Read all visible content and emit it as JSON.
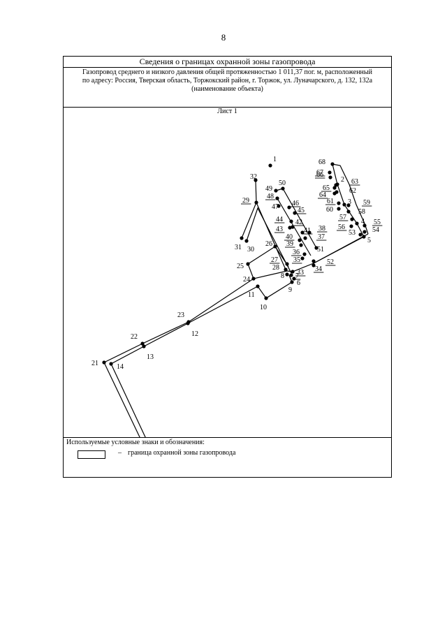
{
  "page_number": "8",
  "header": {
    "title": "Сведения о границах охранной зоны газопровода",
    "description_line1": "Газопровод среднего и низкого давления общей протяженностью 1 011,37 пог. м, расположенный",
    "description_line2": "по адресу: Россия, Тверская область, Торжокский район, г. Торжок, ул. Луначарского, д. 132, 132а",
    "description_line3": "(наименование объекта)"
  },
  "sheet_label": "Лист 1",
  "legend": {
    "title": "Используемые условные знаки и обозначения:",
    "dash": "–",
    "item_text": "граница охранной зоны газопровода"
  },
  "points": [
    {
      "label": "1"
    },
    {
      "label": "2"
    },
    {
      "label": "3"
    },
    {
      "label": "4"
    },
    {
      "label": "5"
    },
    {
      "label": "6"
    },
    {
      "label": "7"
    },
    {
      "label": "8"
    },
    {
      "label": "9"
    },
    {
      "label": "10"
    },
    {
      "label": "11"
    },
    {
      "label": "12"
    },
    {
      "label": "13"
    },
    {
      "label": "14"
    },
    {
      "label": "21"
    },
    {
      "label": "22"
    },
    {
      "label": "23"
    },
    {
      "label": "24"
    },
    {
      "label": "25"
    },
    {
      "label": "26"
    },
    {
      "label": "27"
    },
    {
      "label": "28"
    },
    {
      "label": "29"
    },
    {
      "label": "30"
    },
    {
      "label": "31"
    },
    {
      "label": "32"
    },
    {
      "label": "33"
    },
    {
      "label": "34"
    },
    {
      "label": "35"
    },
    {
      "label": "36"
    },
    {
      "label": "37"
    },
    {
      "label": "38"
    },
    {
      "label": "39"
    },
    {
      "label": "40"
    },
    {
      "label": "41"
    },
    {
      "label": "42"
    },
    {
      "label": "43"
    },
    {
      "label": "44"
    },
    {
      "label": "45"
    },
    {
      "label": "46"
    },
    {
      "label": "47"
    },
    {
      "label": "48"
    },
    {
      "label": "49"
    },
    {
      "label": "50"
    },
    {
      "label": "51"
    },
    {
      "label": "52"
    },
    {
      "label": "53"
    },
    {
      "label": "54"
    },
    {
      "label": "55"
    },
    {
      "label": "56"
    },
    {
      "label": "57"
    },
    {
      "label": "58"
    },
    {
      "label": "59"
    },
    {
      "label": "60"
    },
    {
      "label": "61"
    },
    {
      "label": "62"
    },
    {
      "label": "63"
    },
    {
      "label": "64"
    },
    {
      "label": "65"
    },
    {
      "label": "66"
    },
    {
      "label": "67"
    },
    {
      "label": "68"
    }
  ]
}
